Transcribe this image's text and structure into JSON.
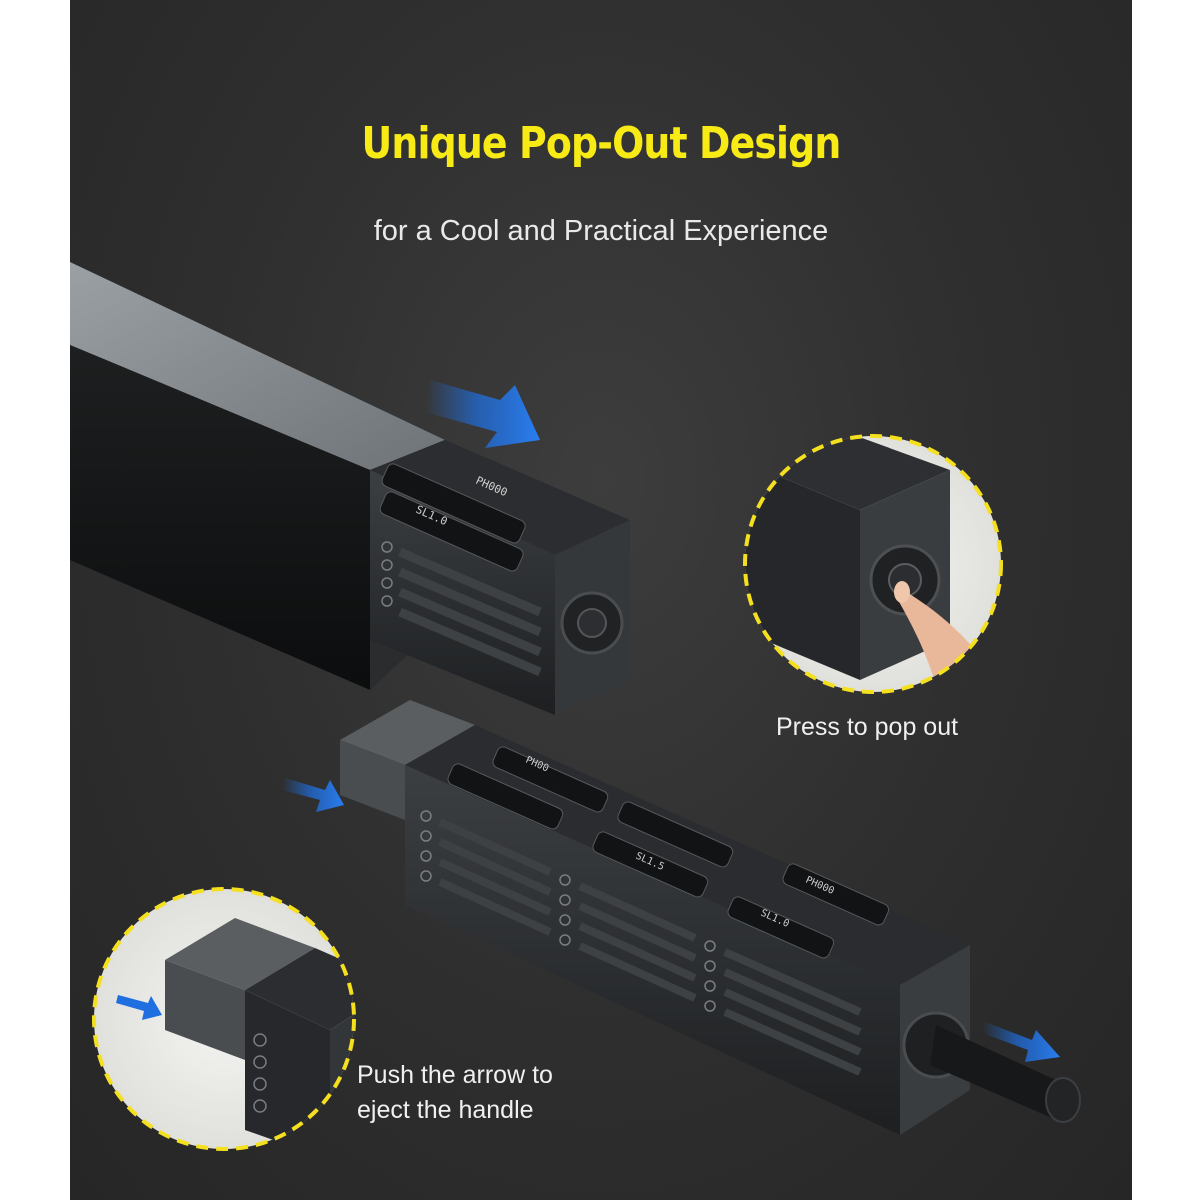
{
  "headline": {
    "title": "Unique Pop-Out Design",
    "subtitle": "for a Cool and Practical Experience"
  },
  "callouts": {
    "press": "Press to pop out",
    "push_line1": "Push the arrow to",
    "push_line2": "eject the handle"
  },
  "bit_labels": {
    "upper_top": "PH000",
    "upper_bottom": "SL1.0",
    "lower_a": "PH00",
    "lower_b": "SL1.5",
    "lower_c": "PH000",
    "lower_d": "SL1.0"
  },
  "colors": {
    "title": "#f7ea15",
    "arrow": "#1f6fe0",
    "dashed_ring": "#f5e020"
  }
}
